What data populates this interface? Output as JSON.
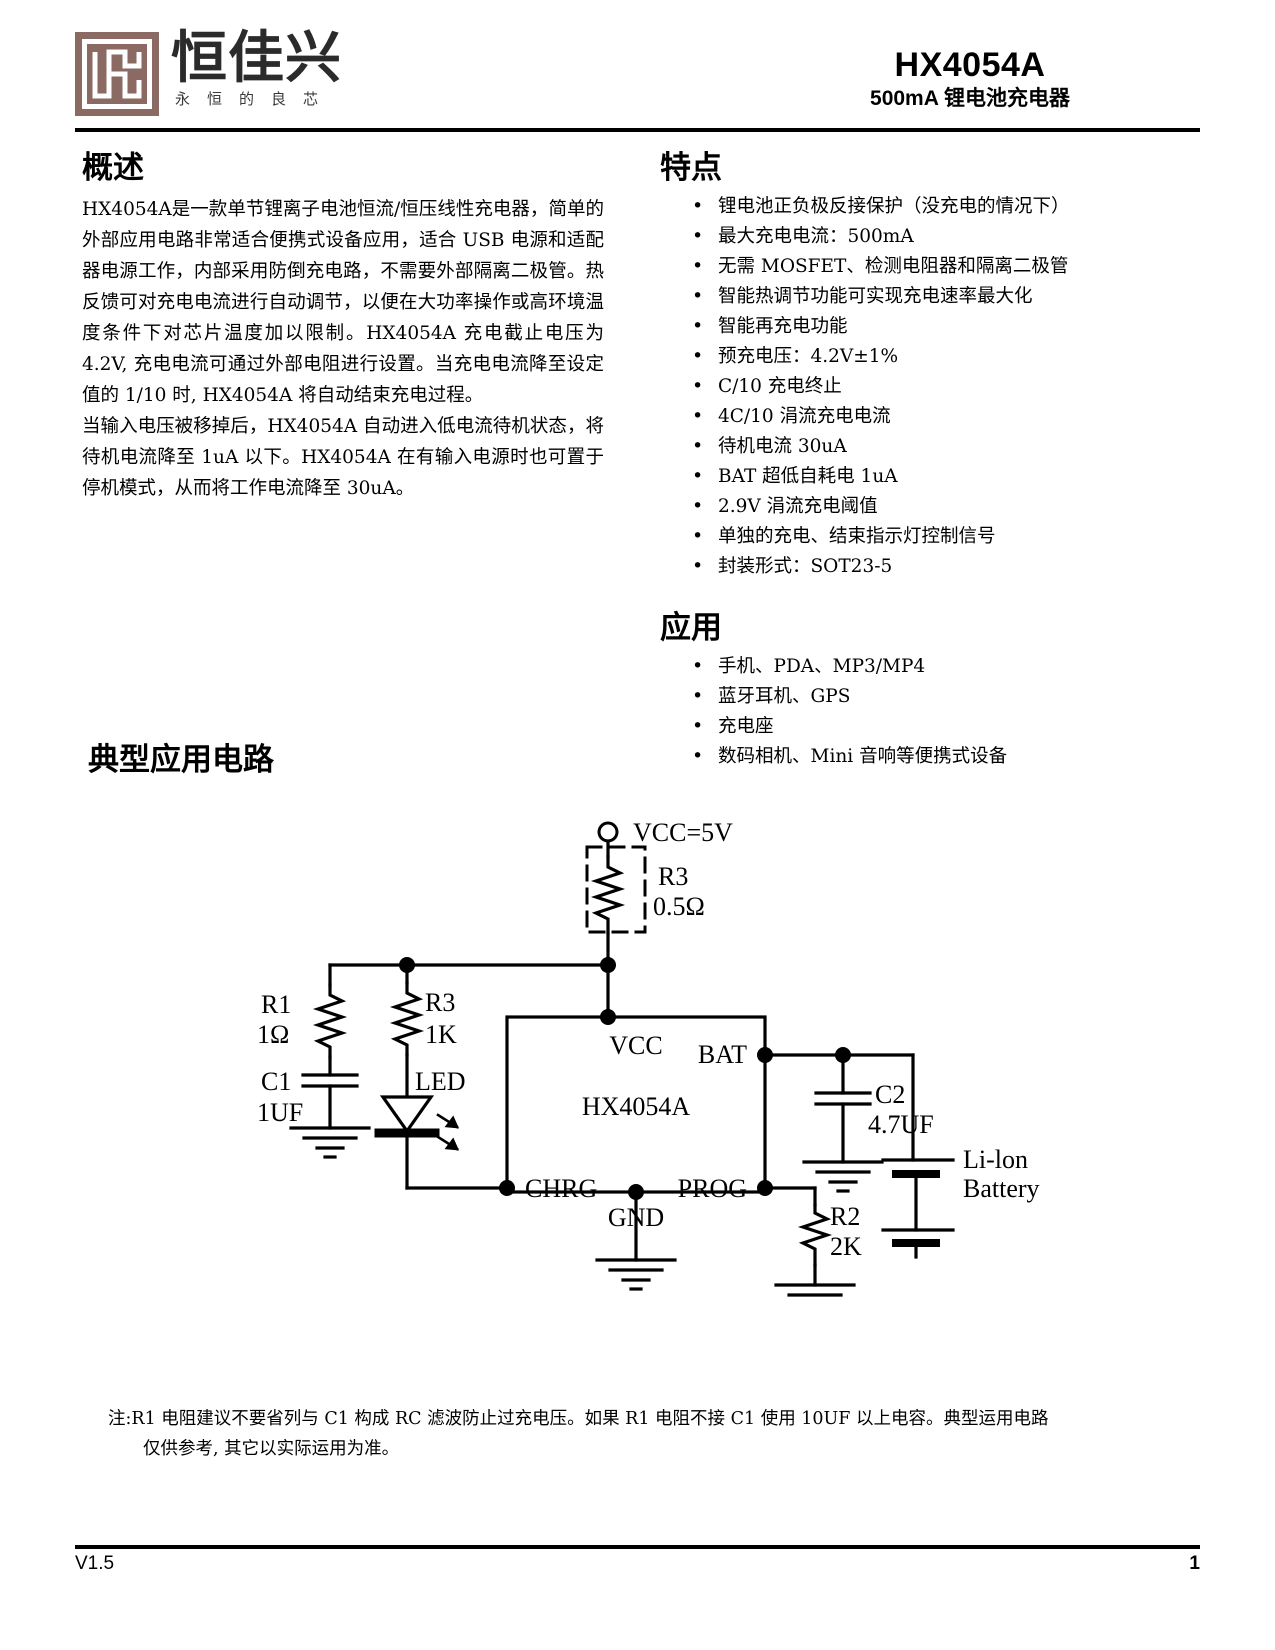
{
  "header": {
    "logo": {
      "icon": "hengjiaxing-maze-h-logo",
      "brand_cn": "恒佳兴",
      "tagline": "永恒的良芯",
      "color": "#8a6a63"
    },
    "part_number": "HX4054A",
    "subtitle_current": "500mA",
    "subtitle_cn": "锂电池充电器"
  },
  "overview": {
    "heading": "概述",
    "paragraphs": [
      "HX4054A是一款单节锂离子电池恒流/恒压线性充电器，简单的外部应用电路非常适合便携式设备应用，适合 USB 电源和适配器电源工作，内部采用防倒充电路，不需要外部隔离二极管。热反馈可对充电电流进行自动调节，以便在大功率操作或高环境温度条件下对芯片温度加以限制。HX4054A 充电截止电压为 4.2V, 充电电流可通过外部电阻进行设置。当充电电流降至设定值的 1/10 时, HX4054A 将自动结束充电过程。",
      "当输入电压被移掉后，HX4054A 自动进入低电流待机状态，将待机电流降至 1uA 以下。HX4054A 在有输入电源时也可置于停机模式，从而将工作电流降至 30uA。"
    ]
  },
  "features": {
    "heading": "特点",
    "items": [
      "锂电池正负极反接保护（没充电的情况下）",
      "最大充电电流：500mA",
      "无需 MOSFET、检测电阻器和隔离二极管",
      "智能热调节功能可实现充电速率最大化",
      "智能再充电功能",
      "预充电压：4.2V±1%",
      "C/10 充电终止",
      "4C/10 涓流充电电流",
      "待机电流 30uA",
      "BAT 超低自耗电 1uA",
      "2.9V 涓流充电阈值",
      "单独的充电、结束指示灯控制信号",
      "封装形式：SOT23-5"
    ]
  },
  "applications": {
    "heading": "应用",
    "items": [
      "手机、PDA、MP3/MP4",
      "蓝牙耳机、GPS",
      "充电座",
      "数码相机、Mini 音响等便携式设备"
    ]
  },
  "circuit": {
    "heading": "典型应用电路",
    "labels": {
      "supply": "VCC=5V",
      "r3_top_name": "R3",
      "r3_top_value": "0.5Ω",
      "r1_name": "R1",
      "r1_value": "1Ω",
      "c1_name": "C1",
      "c1_value": "1UF",
      "r3_name": "R3",
      "r3_value": "1K",
      "led": "LED",
      "chip": "HX4054A",
      "pin_vcc": "VCC",
      "pin_bat": "BAT",
      "pin_chrg": "CHRG",
      "pin_prog": "PROG",
      "pin_gnd": "GND",
      "c2_name": "C2",
      "c2_value": "4.7UF",
      "r2_name": "R2",
      "r2_value": "2K",
      "battery_line1": "Li-lon",
      "battery_line2": "Battery"
    }
  },
  "note": {
    "line1": "注:R1 电阻建议不要省列与 C1 构成 RC 滤波防止过充电压。如果 R1 电阻不接 C1 使用 10UF 以上电容。典型运用电路",
    "line2": "仅供参考, 其它以实际运用为准。"
  },
  "footer": {
    "version": "V1.5",
    "page_number": "1"
  }
}
